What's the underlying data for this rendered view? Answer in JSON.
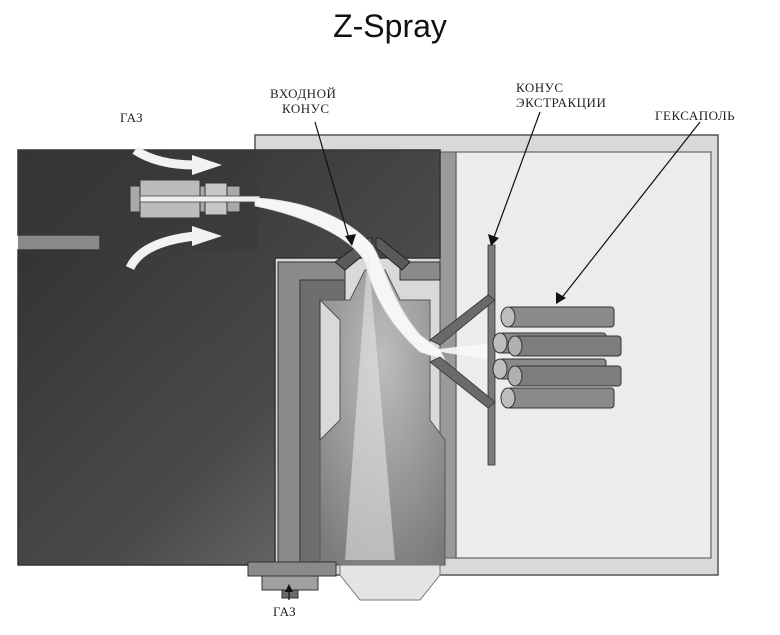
{
  "title": "Z-Spray",
  "labels": {
    "gas_top": "ГАЗ",
    "inlet_cone_line1": "ВХОДНОЙ",
    "inlet_cone_line2": "КОНУС",
    "extraction_cone_line1": "КОНУС",
    "extraction_cone_line2": "ЭКСТРАКЦИИ",
    "hexapole": "ГЕКСАПОЛЬ",
    "gas_bottom": "ГАЗ"
  },
  "colors": {
    "dark_chamber": "#3f3f3f",
    "mid_gray": "#6e6e6e",
    "light_chamber": "#ececec",
    "rod_fill": "#8a8a8a",
    "spray": "#f4f4f4"
  }
}
